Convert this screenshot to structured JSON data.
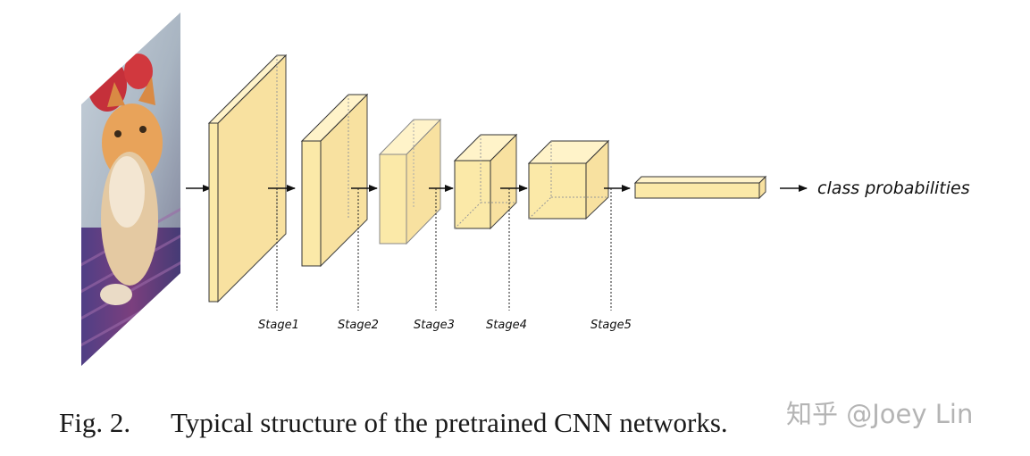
{
  "diagram": {
    "input": "cat-photo",
    "stages": [
      {
        "label": "Stage1"
      },
      {
        "label": "Stage2"
      },
      {
        "label": "Stage3"
      },
      {
        "label": "Stage4"
      },
      {
        "label": "Stage5"
      }
    ],
    "output_label": "class probabilities",
    "colors": {
      "block_fill": "#fbe9a8",
      "block_edge": "#333333",
      "arrow": "#111111"
    }
  },
  "caption": {
    "number": "Fig. 2.",
    "text": "Typical structure of the pretrained CNN networks."
  },
  "watermark": {
    "text": "知乎 @Joey Lin"
  }
}
